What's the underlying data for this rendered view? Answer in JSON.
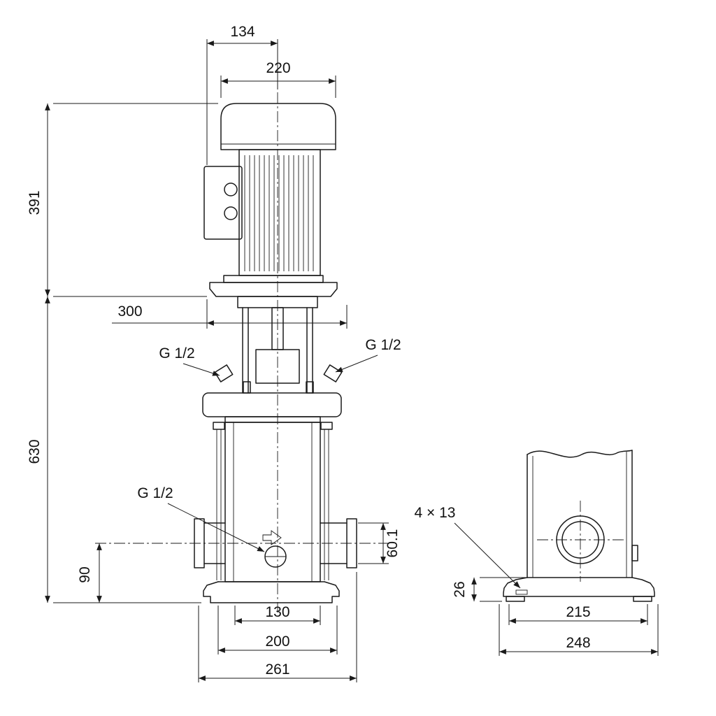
{
  "front": {
    "dim_134": "134",
    "dim_220": "220",
    "dim_391": "391",
    "dim_300": "300",
    "dim_630": "630",
    "dim_90": "90",
    "dim_60_1": "60.1",
    "dim_130": "130",
    "dim_200": "200",
    "dim_261": "261",
    "port_left_label": "G 1/2",
    "port_right_label": "G 1/2",
    "drain_label": "G 1/2"
  },
  "side": {
    "holes_label": "4 × 13",
    "dim_26": "26",
    "dim_215": "215",
    "dim_248": "248"
  },
  "colors": {
    "line": "#1a1a1a",
    "background": "#ffffff"
  }
}
